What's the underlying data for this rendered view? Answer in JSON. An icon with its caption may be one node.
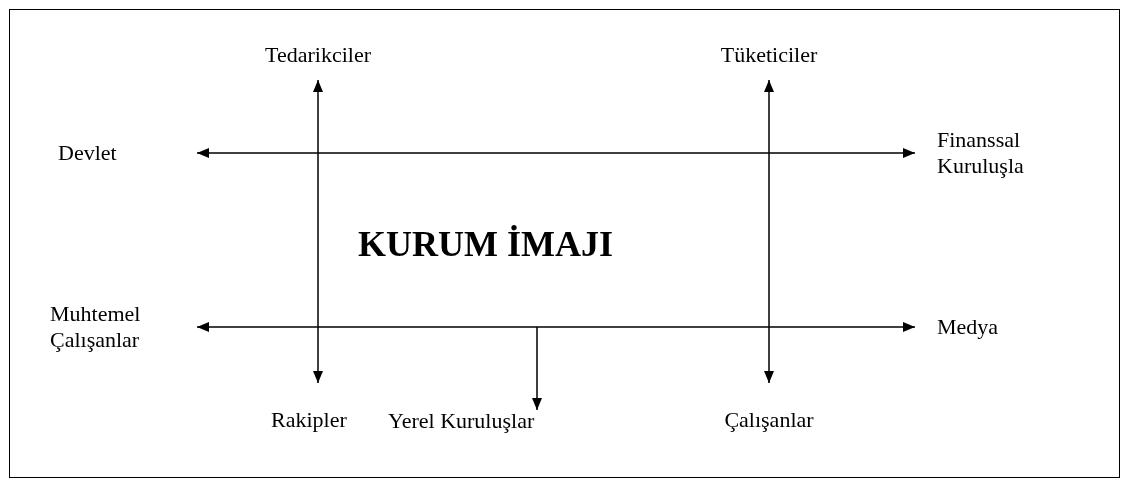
{
  "diagram": {
    "nodes": [
      {
        "text": [
          "Tedarikciler"
        ]
      },
      {
        "text": [
          "Tüketiciler"
        ]
      },
      {
        "text": [
          "Devlet"
        ]
      },
      {
        "text": [
          "Finanssal Kuruluşla"
        ]
      },
      {
        "text": [
          "Muhtemel Çalışanlar"
        ]
      },
      {
        "text": [
          "Medya"
        ]
      },
      {
        "text": [
          "Rakipler"
        ]
      },
      {
        "text": [
          "Yerel Kuruluşlar"
        ]
      },
      {
        "text": [
          "Çalışanlar"
        ]
      }
    ],
    "edges": [
      {
        "from": 0,
        "to": 6,
        "arrow": "both"
      },
      {
        "from": 1,
        "to": 8,
        "arrow": "both"
      },
      {
        "from": 2,
        "to": 3,
        "arrow": "both"
      },
      {
        "from": 4,
        "to": 5,
        "arrow": "both"
      },
      {
        "from": null,
        "to": 7,
        "arrow": "to"
      }
    ],
    "labels": [
      "KURUM İMAJI"
    ]
  }
}
